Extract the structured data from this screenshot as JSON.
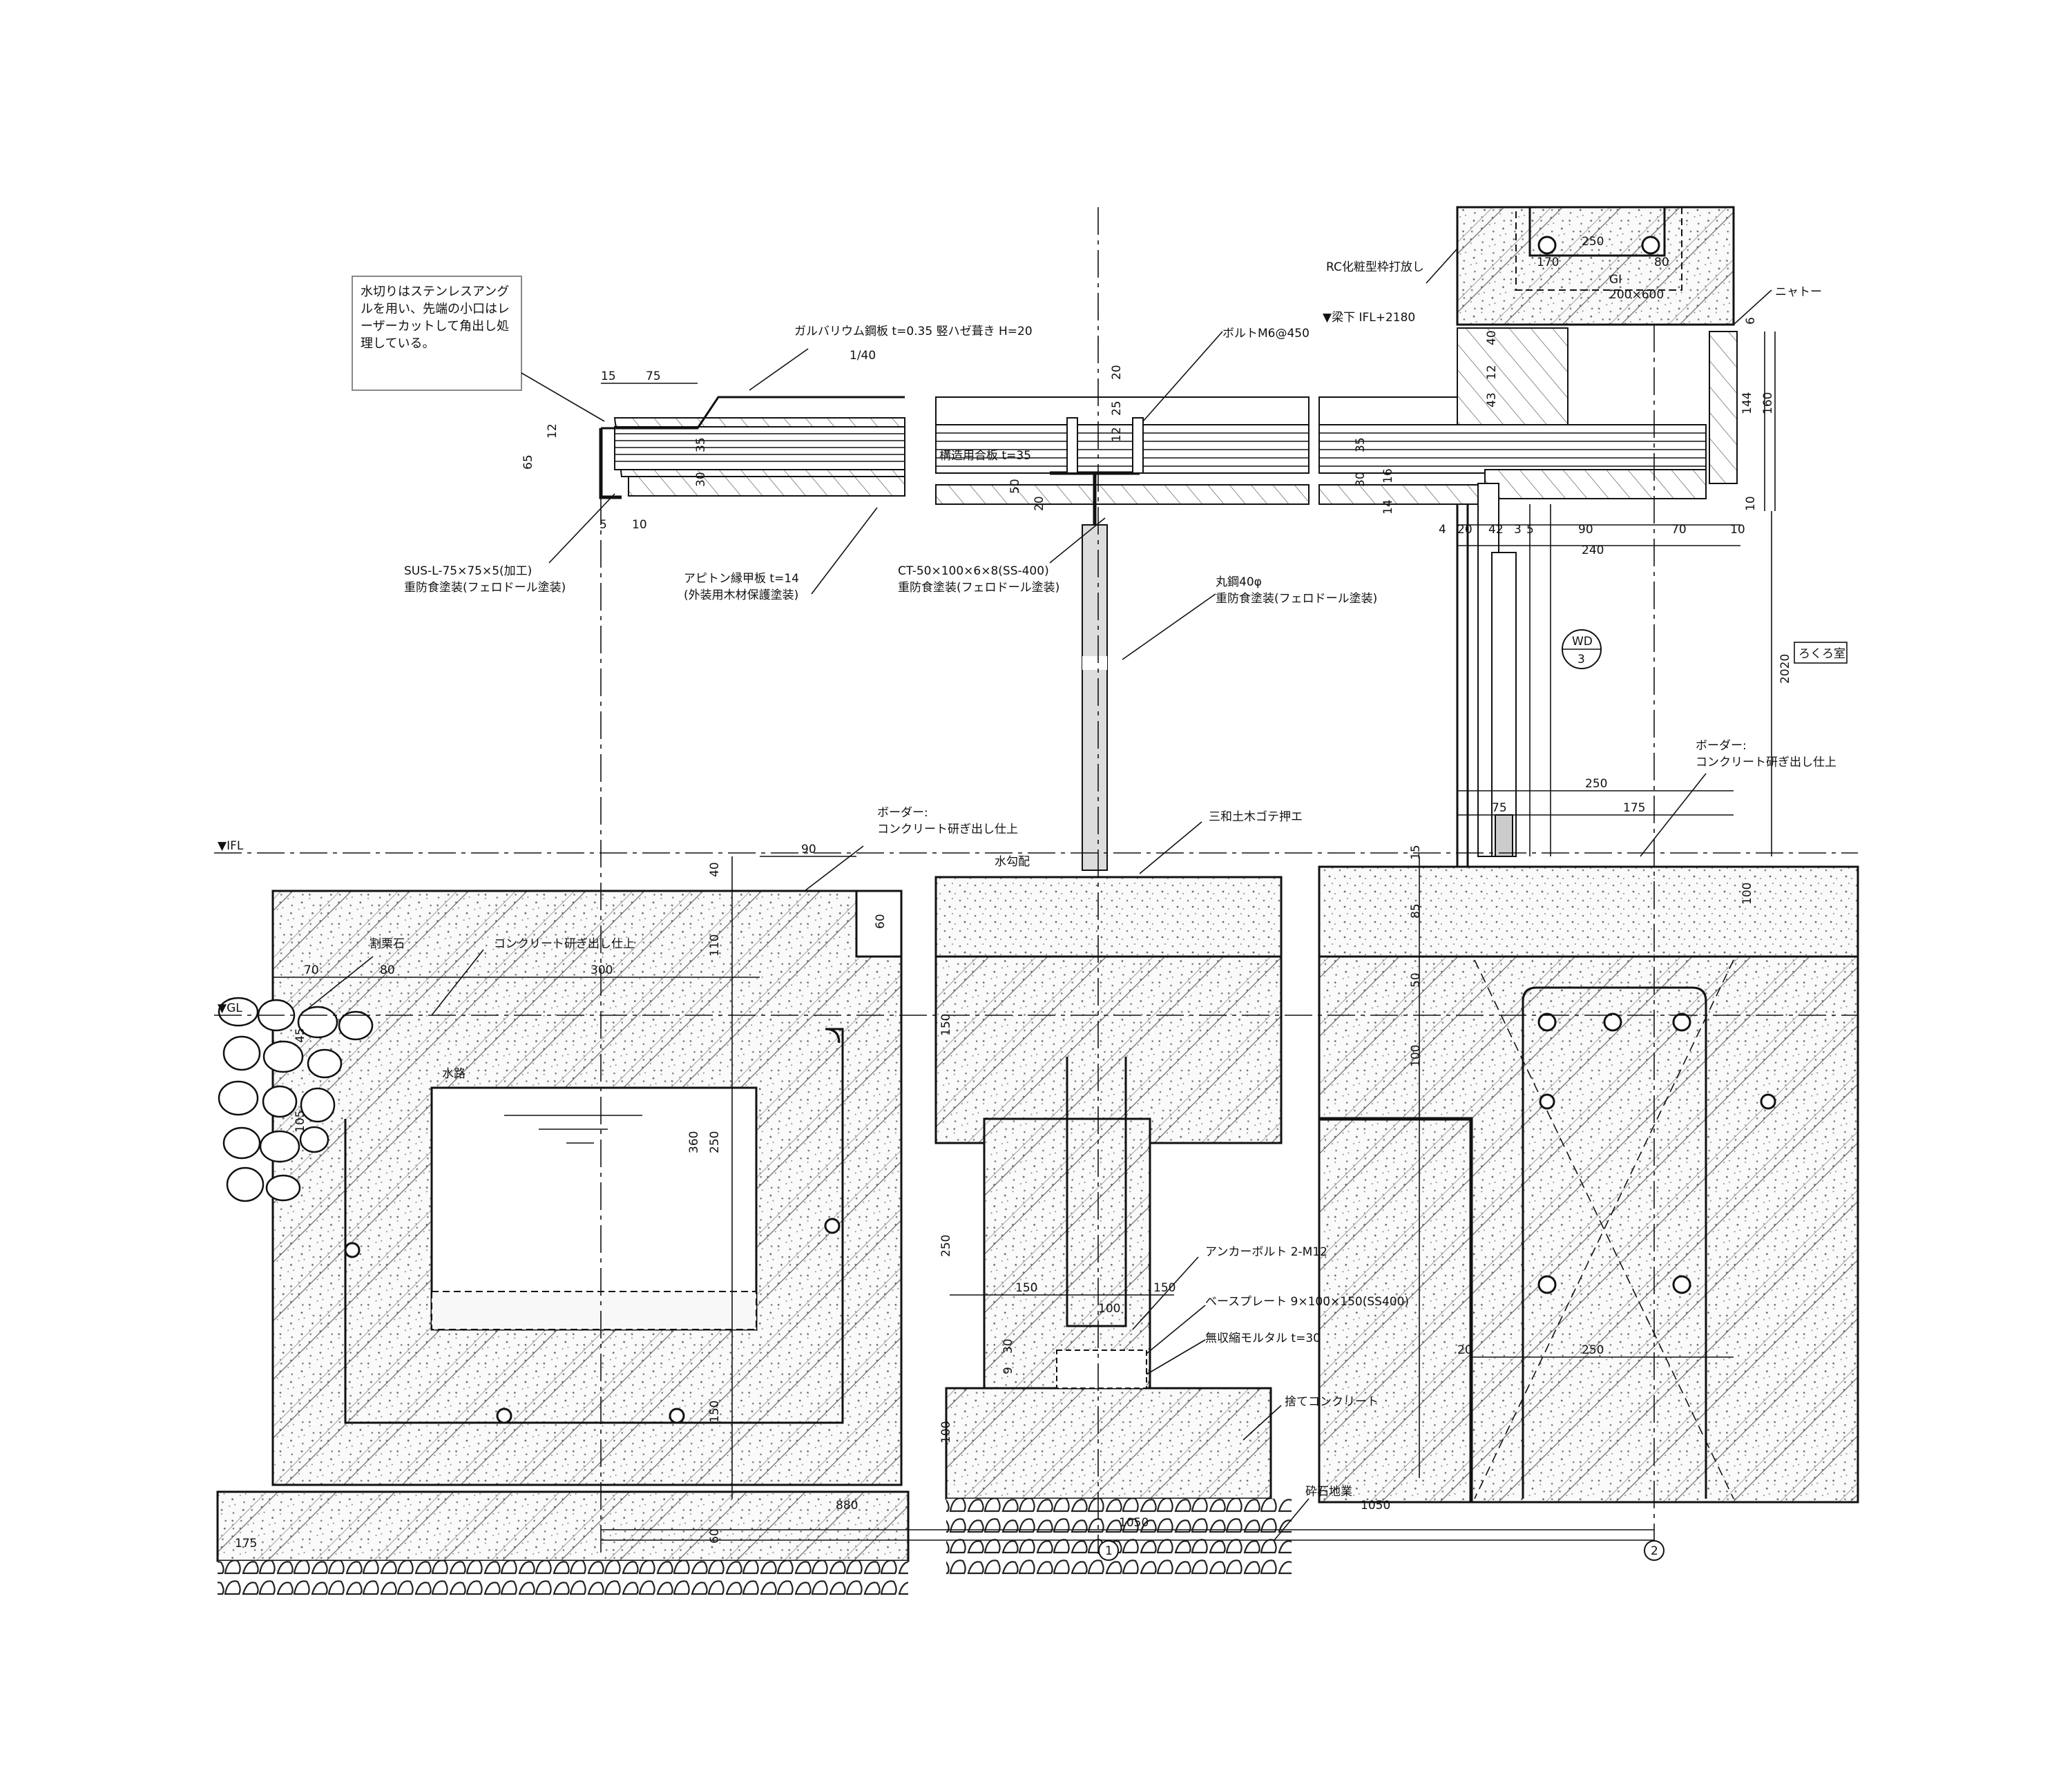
{
  "note_box": "水切りはステンレスアングルを用い、先端の小口はレーザーカットして角出し処理している。",
  "labels": {
    "galvalume": "ガルバリウム鋼板 t=0.35 竪ハゼ葺き H=20",
    "slope_roof": "1/40",
    "bolt": "ボルトM6@450",
    "structural_plywood": "構造用合板 t=35",
    "sus_angle_1": "SUS-L-75×75×5(加工)",
    "sus_angle_2": "重防食塗装(フェロドール塗装)",
    "apiton_1": "アピトン縁甲板 t=14",
    "apiton_2": "(外装用木材保護塗装)",
    "ct_1": "CT-50×100×6×8(SS-400)",
    "ct_2": "重防食塗装(フェロドール塗装)",
    "round_steel_1": "丸鋼40φ",
    "round_steel_2": "重防食塗装(フェロドール塗装)",
    "rc_exposed": "RC化粧型枠打放し",
    "nyato": "ニャトー",
    "beam_level": "▼梁下 IFL+2180",
    "gi_1": "GI",
    "gi_2": "200×600",
    "wd_tag_top": "WD",
    "wd_tag_bottom": "3",
    "room": "ろくろ室",
    "border_right_1": "ボーダー:",
    "border_right_2": "コンクリート研ぎ出し仕上",
    "border_mid_1": "ボーダー:",
    "border_mid_2": "コンクリート研ぎ出し仕上",
    "sanwa": "三和土木ゴテ押エ",
    "water_slope": "水勾配",
    "ifl": "▼IFL",
    "gl": "▼GL",
    "wari_guri": "割栗石",
    "concrete_polished": "コンクリート研ぎ出し仕上",
    "waterway": "水路",
    "anchor_bolt": "アンカーボルト 2-M12",
    "base_plate": "ベースプレート 9×100×150(SS400)",
    "mortar": "無収縮モルタル t=30",
    "lean_concrete": "捨てコンクリート",
    "crushed_stone": "砕石地業",
    "grid_1": "1",
    "grid_2": "2"
  },
  "dims": {
    "d15": "15",
    "d75": "75",
    "d12": "12",
    "d65": "65",
    "d5": "5",
    "d10": "10",
    "d35a": "35",
    "d30a": "30",
    "d20a": "20",
    "d25": "25",
    "d12b": "12",
    "d50": "50",
    "d20b": "20",
    "d35b": "35",
    "d30b": "30",
    "d16": "16",
    "d14": "14",
    "d40": "40",
    "d43": "43",
    "d12c": "12",
    "d6": "6",
    "d144": "144",
    "d160": "160",
    "d10b": "10",
    "d250top": "250",
    "d170": "170",
    "d80": "80",
    "b4": "4",
    "b20": "20",
    "b42": "42",
    "b3": "3",
    "b5": "5",
    "b90": "90",
    "b70": "70",
    "b10": "10",
    "d240": "240",
    "d2020": "2020",
    "d250r": "250",
    "d75r": "75",
    "d175r": "175",
    "d15r": "15",
    "d85": "85",
    "d50r": "50",
    "d100r": "100",
    "d100r2": "100",
    "d90": "90",
    "d40l": "40",
    "d60": "60",
    "d110": "110",
    "d70": "70",
    "d80l": "80",
    "d300": "300",
    "d45": "45",
    "d105": "105",
    "d360": "360",
    "d250l": "250",
    "d150l": "150",
    "d60l": "60",
    "d150m": "150",
    "d250m": "250",
    "d150a": "150",
    "d150b": "150",
    "d100m": "100",
    "d30m": "30",
    "d9": "9",
    "d100f": "100",
    "d20f": "20",
    "d250f": "250",
    "d880": "880",
    "d1050a": "1050",
    "d1050b": "1050",
    "d175": "175"
  }
}
